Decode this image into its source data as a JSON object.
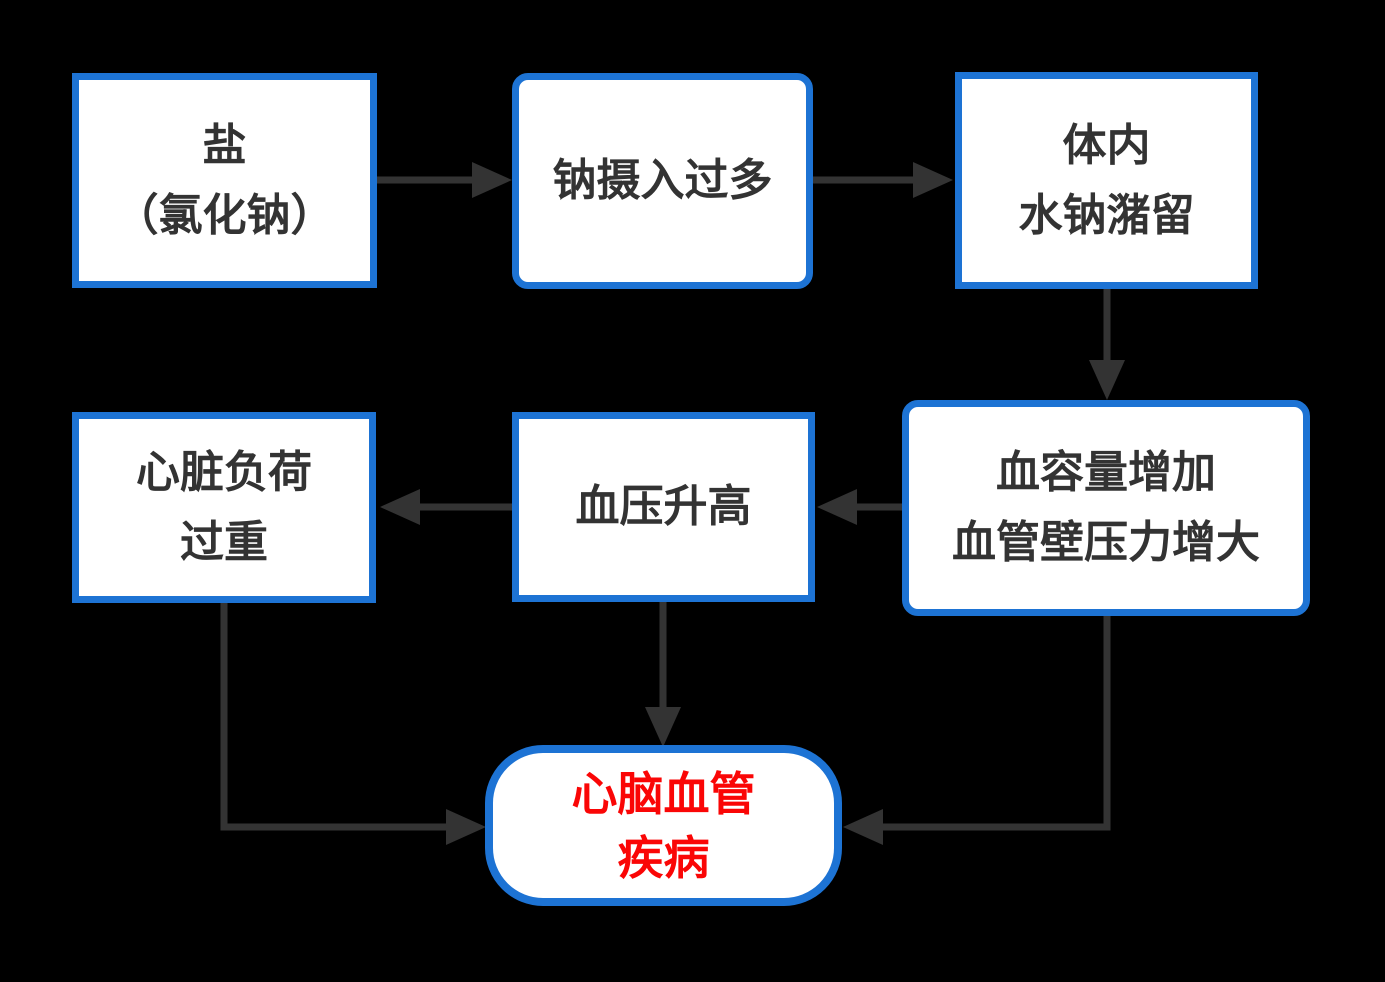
{
  "colors": {
    "background": "#000000",
    "box_fill": "#ffffff",
    "border_blue": "#1d73d4",
    "text_dark": "#333333",
    "text_red": "#fa0606",
    "arrow": "#333333"
  },
  "nodes": {
    "salt": {
      "line1": "盐",
      "line2": "（氯化钠）"
    },
    "sodium_intake": {
      "line1": "钠摄入过多"
    },
    "water_retention": {
      "line1": "体内",
      "line2": "水钠潴留"
    },
    "blood_volume": {
      "line1": "血容量增加",
      "line2": "血管壁压力增大"
    },
    "blood_pressure": {
      "line1": "血压升高"
    },
    "heart_overload": {
      "line1": "心脏负荷",
      "line2": "过重"
    },
    "cvd": {
      "line1": "心脑血管",
      "line2": "疾病"
    }
  },
  "edges": [
    {
      "from": "salt",
      "to": "sodium_intake"
    },
    {
      "from": "sodium_intake",
      "to": "water_retention"
    },
    {
      "from": "water_retention",
      "to": "blood_volume"
    },
    {
      "from": "blood_volume",
      "to": "blood_pressure"
    },
    {
      "from": "blood_pressure",
      "to": "heart_overload"
    },
    {
      "from": "blood_pressure",
      "to": "cvd"
    },
    {
      "from": "heart_overload",
      "to": "cvd"
    },
    {
      "from": "blood_volume",
      "to": "cvd"
    }
  ]
}
